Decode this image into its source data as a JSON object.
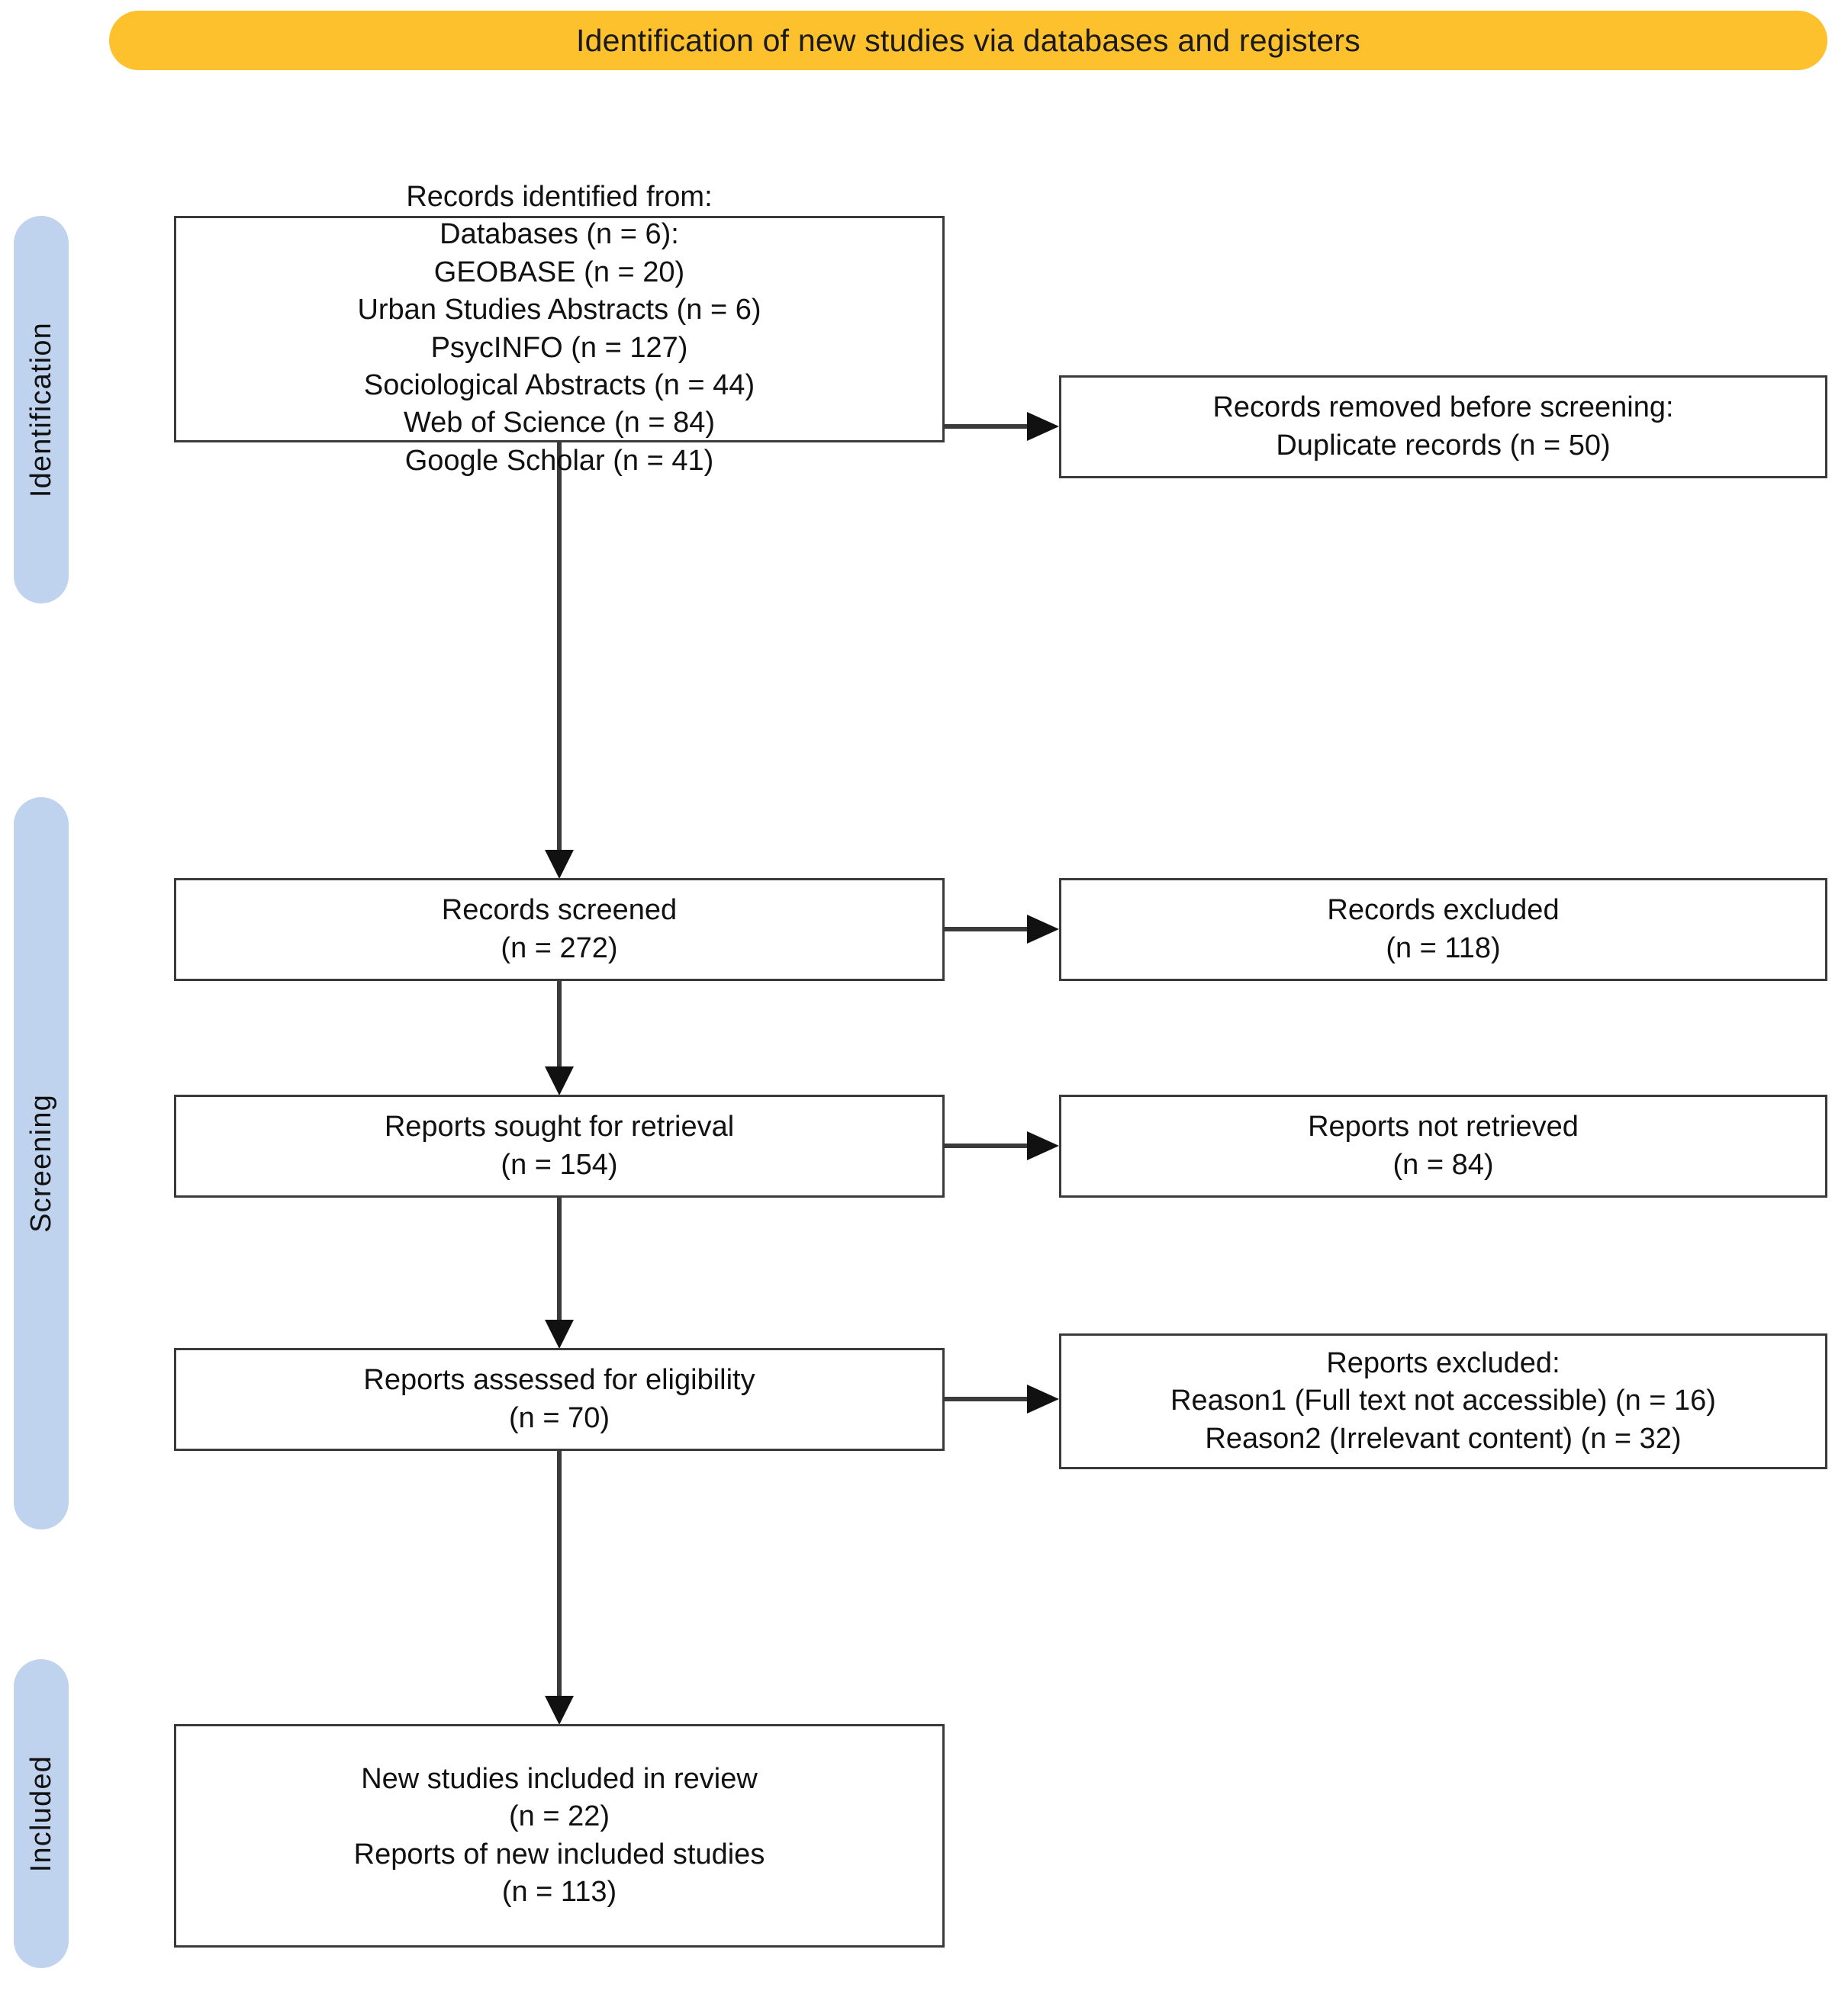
{
  "banner": {
    "title": "Identification of new studies via databases and registers",
    "color": "#FCC12C"
  },
  "rails": {
    "color": "#BFD3EF",
    "identification": "Identification",
    "screening": "Screening",
    "included": "Included"
  },
  "boxes": {
    "identified": {
      "lines": [
        "Records identified from:",
        "Databases (n = 6):",
        "GEOBASE (n = 20)",
        "Urban Studies Abstracts (n = 6)",
        "PsycINFO (n = 127)",
        "Sociological Abstracts (n = 44)",
        "Web of Science (n = 84)",
        "Google Scholar (n = 41)"
      ]
    },
    "removed": {
      "lines": [
        "Records removed before screening:",
        "Duplicate records (n = 50)"
      ]
    },
    "screened": {
      "lines": [
        "Records screened",
        "(n = 272)"
      ]
    },
    "excluded_records": {
      "lines": [
        "Records excluded",
        "(n = 118)"
      ]
    },
    "sought": {
      "lines": [
        "Reports sought for retrieval",
        "(n = 154)"
      ]
    },
    "not_retrieved": {
      "lines": [
        "Reports not retrieved",
        "(n = 84)"
      ]
    },
    "assessed": {
      "lines": [
        "Reports assessed for eligibility",
        "(n = 70)"
      ]
    },
    "excluded_reports": {
      "lines": [
        "Reports excluded:",
        "Reason1 (Full text not accessible) (n = 16)",
        "Reason2 (Irrelevant content) (n = 32)"
      ]
    },
    "included": {
      "lines": [
        "New studies included in review",
        "(n = 22)",
        "Reports of new included studies",
        "(n = 113)"
      ]
    }
  },
  "chart_data": {
    "type": "diagram",
    "title": "Identification of new studies via databases and registers",
    "stages": [
      "Identification",
      "Screening",
      "Included"
    ],
    "nodes": [
      {
        "id": "identified",
        "stage": "Identification",
        "label": "Records identified from",
        "counts": {
          "Databases": 6,
          "GEOBASE": 20,
          "Urban Studies Abstracts": 6,
          "PsycINFO": 127,
          "Sociological Abstracts": 44,
          "Web of Science": 84,
          "Google Scholar": 41
        }
      },
      {
        "id": "removed",
        "stage": "Identification",
        "label": "Records removed before screening: Duplicate records",
        "n": 50
      },
      {
        "id": "screened",
        "stage": "Screening",
        "label": "Records screened",
        "n": 272
      },
      {
        "id": "excluded_records",
        "stage": "Screening",
        "label": "Records excluded",
        "n": 118
      },
      {
        "id": "sought",
        "stage": "Screening",
        "label": "Reports sought for retrieval",
        "n": 154
      },
      {
        "id": "not_retrieved",
        "stage": "Screening",
        "label": "Reports not retrieved",
        "n": 84
      },
      {
        "id": "assessed",
        "stage": "Screening",
        "label": "Reports assessed for eligibility",
        "n": 70
      },
      {
        "id": "excluded_reports",
        "stage": "Screening",
        "label": "Reports excluded",
        "reasons": [
          {
            "name": "Reason1 (Full text not accessible)",
            "n": 16
          },
          {
            "name": "Reason2 (Irrelevant content)",
            "n": 32
          }
        ]
      },
      {
        "id": "included",
        "stage": "Included",
        "label": "New studies included in review",
        "n": 22,
        "reports_n": 113
      }
    ],
    "edges": [
      {
        "from": "identified",
        "to": "removed",
        "direction": "right"
      },
      {
        "from": "identified",
        "to": "screened",
        "direction": "down"
      },
      {
        "from": "screened",
        "to": "excluded_records",
        "direction": "right"
      },
      {
        "from": "screened",
        "to": "sought",
        "direction": "down"
      },
      {
        "from": "sought",
        "to": "not_retrieved",
        "direction": "right"
      },
      {
        "from": "sought",
        "to": "assessed",
        "direction": "down"
      },
      {
        "from": "assessed",
        "to": "excluded_reports",
        "direction": "right"
      },
      {
        "from": "assessed",
        "to": "included",
        "direction": "down"
      }
    ]
  }
}
